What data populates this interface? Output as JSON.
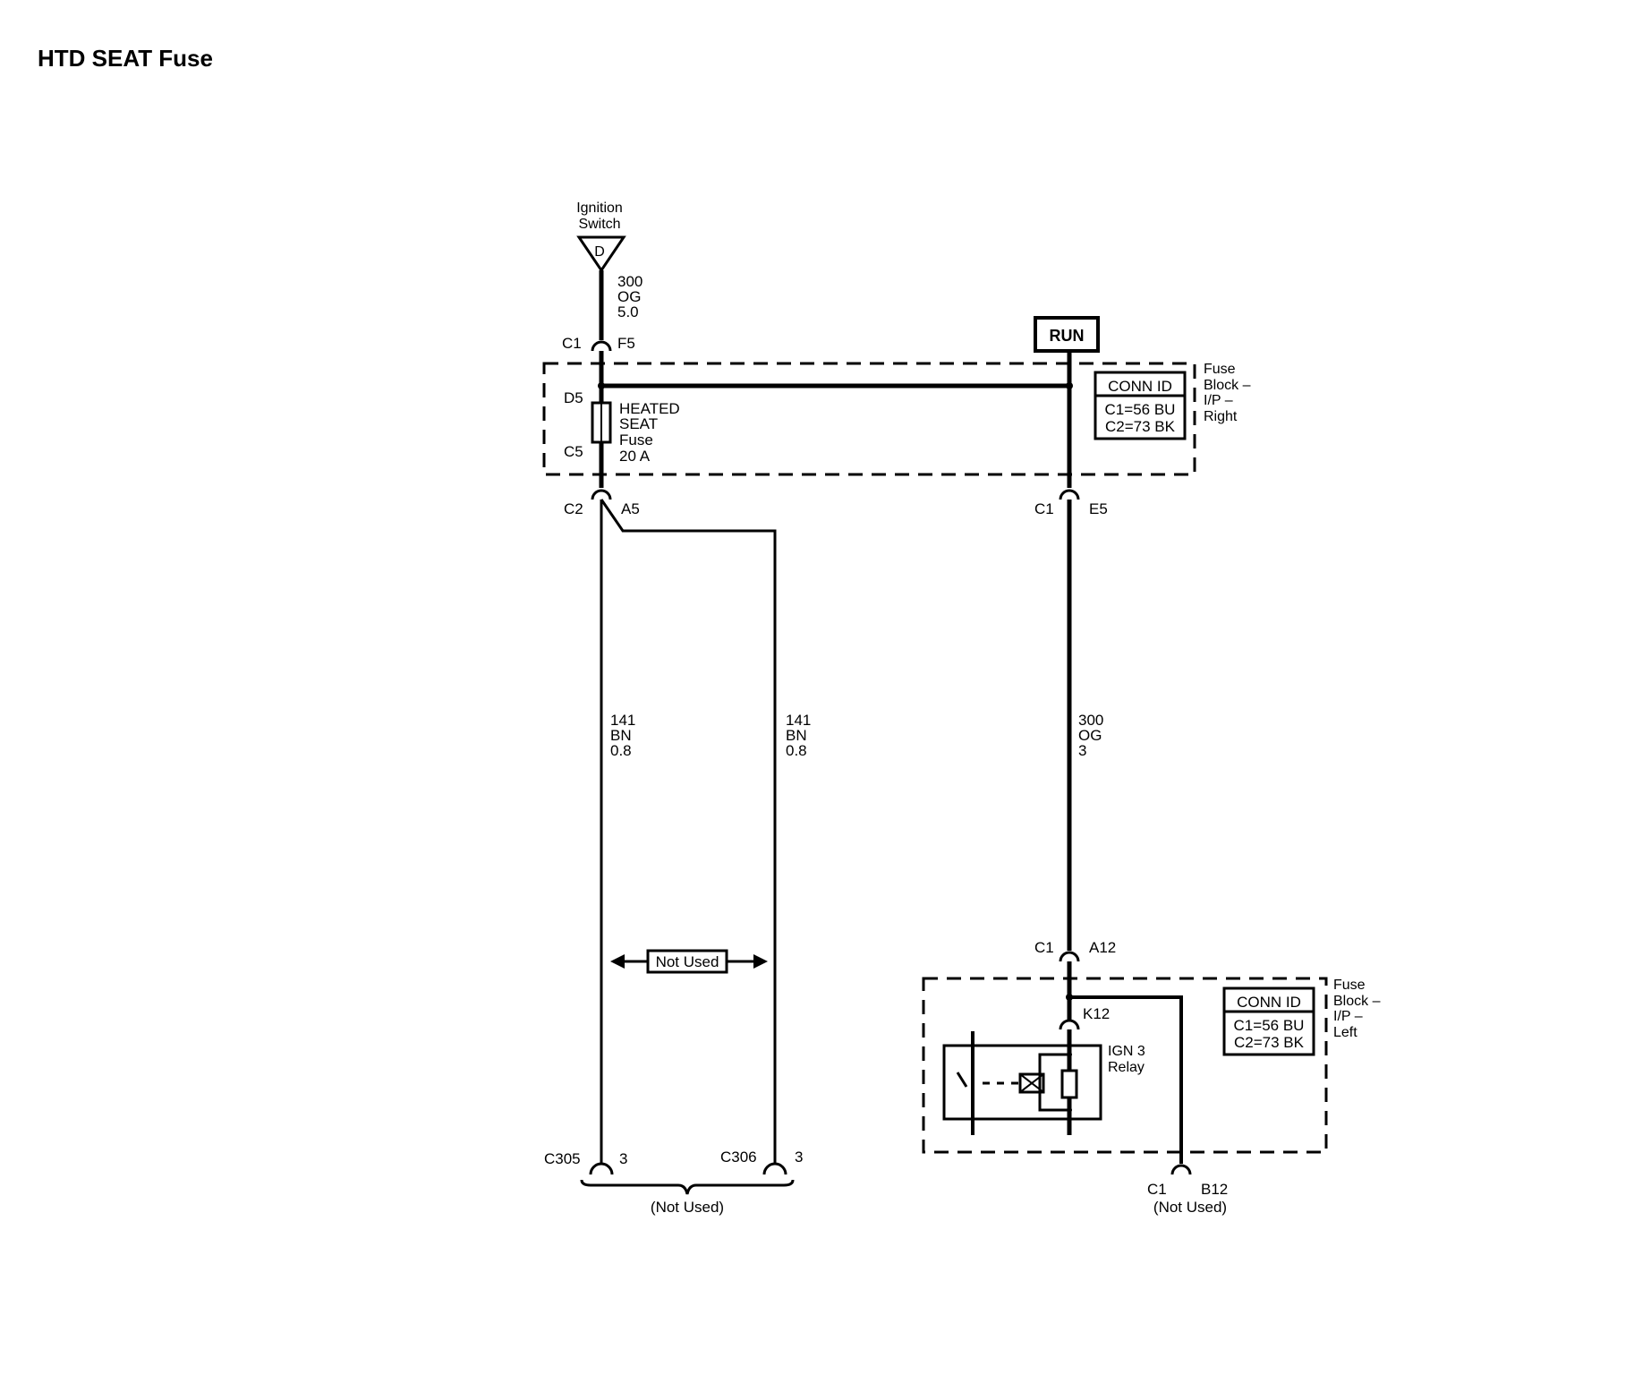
{
  "title": "HTD SEAT Fuse",
  "ignition": {
    "label_line1": "Ignition",
    "label_line2": "Switch",
    "terminal": "D"
  },
  "wires": {
    "w300_top": {
      "circuit": "300",
      "color": "OG",
      "size": "5.0"
    },
    "w141_left": {
      "circuit": "141",
      "color": "BN",
      "size": "0.8"
    },
    "w141_right": {
      "circuit": "141",
      "color": "BN",
      "size": "0.8"
    },
    "w300_mid": {
      "circuit": "300",
      "color": "OG",
      "size": "3"
    }
  },
  "connectors": {
    "c1_f5": {
      "conn": "C1",
      "pin": "F5"
    },
    "c2_a5": {
      "conn": "C2",
      "pin": "A5"
    },
    "c1_e5": {
      "conn": "C1",
      "pin": "E5"
    },
    "c1_a12": {
      "conn": "C1",
      "pin": "A12"
    },
    "k12": {
      "pin": "K12"
    },
    "c305": {
      "conn": "C305",
      "pin": "3"
    },
    "c306": {
      "conn": "C306",
      "pin": "3"
    },
    "c1_b12": {
      "conn": "C1",
      "pin": "B12",
      "note": "(Not Used)"
    }
  },
  "run_label": "RUN",
  "fuse": {
    "pin_top": "D5",
    "pin_bottom": "C5",
    "label_line1": "HEATED",
    "label_line2": "SEAT",
    "label_line3": "Fuse",
    "label_line4": "20 A"
  },
  "fuse_block_right": {
    "name_line1": "Fuse",
    "name_line2": "Block –",
    "name_line3": "I/P –",
    "name_line4": "Right",
    "conn_id_title": "CONN ID",
    "conn_id_line1": "C1=56 BU",
    "conn_id_line2": "C2=73 BK"
  },
  "fuse_block_left": {
    "name_line1": "Fuse",
    "name_line2": "Block –",
    "name_line3": "I/P –",
    "name_line4": "Left",
    "conn_id_title": "CONN ID",
    "conn_id_line1": "C1=56 BU",
    "conn_id_line2": "C2=73 BK"
  },
  "relay": {
    "label_line1": "IGN 3",
    "label_line2": "Relay"
  },
  "not_used_arrow": "Not Used",
  "not_used_bottom": "(Not Used)"
}
